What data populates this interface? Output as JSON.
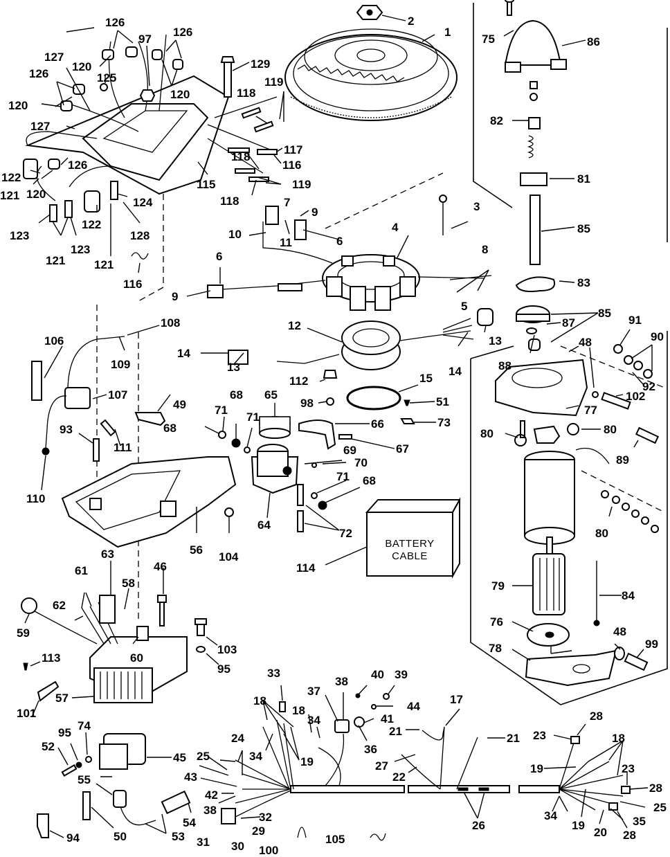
{
  "diagram": {
    "title": "Outboard motor electrical components exploded view",
    "battery_box": {
      "line1": "BATTERY",
      "line2": "CABLE",
      "part": "114"
    },
    "callouts": [
      {
        "id": "c1",
        "text": "1"
      },
      {
        "id": "c2",
        "text": "2"
      },
      {
        "id": "c3",
        "text": "3"
      },
      {
        "id": "c4",
        "text": "4"
      },
      {
        "id": "c5",
        "text": "5"
      },
      {
        "id": "c6a",
        "text": "6"
      },
      {
        "id": "c6b",
        "text": "6"
      },
      {
        "id": "c7",
        "text": "7"
      },
      {
        "id": "c8",
        "text": "8"
      },
      {
        "id": "c9a",
        "text": "9"
      },
      {
        "id": "c9b",
        "text": "9"
      },
      {
        "id": "c10",
        "text": "10"
      },
      {
        "id": "c11",
        "text": "11"
      },
      {
        "id": "c12",
        "text": "12"
      },
      {
        "id": "c13a",
        "text": "13"
      },
      {
        "id": "c13b",
        "text": "13"
      },
      {
        "id": "c14a",
        "text": "14"
      },
      {
        "id": "c14b",
        "text": "14"
      },
      {
        "id": "c15",
        "text": "15"
      },
      {
        "id": "c17",
        "text": "17"
      },
      {
        "id": "c18a",
        "text": "18"
      },
      {
        "id": "c18b",
        "text": "18"
      },
      {
        "id": "c18c",
        "text": "18"
      },
      {
        "id": "c19a",
        "text": "19"
      },
      {
        "id": "c19b",
        "text": "19"
      },
      {
        "id": "c19c",
        "text": "19"
      },
      {
        "id": "c20",
        "text": "20"
      },
      {
        "id": "c21a",
        "text": "21"
      },
      {
        "id": "c21b",
        "text": "21"
      },
      {
        "id": "c22",
        "text": "22"
      },
      {
        "id": "c23a",
        "text": "23"
      },
      {
        "id": "c23b",
        "text": "23"
      },
      {
        "id": "c24",
        "text": "24"
      },
      {
        "id": "c25a",
        "text": "25"
      },
      {
        "id": "c25b",
        "text": "25"
      },
      {
        "id": "c26",
        "text": "26"
      },
      {
        "id": "c27",
        "text": "27"
      },
      {
        "id": "c28a",
        "text": "28"
      },
      {
        "id": "c28b",
        "text": "28"
      },
      {
        "id": "c28c",
        "text": "28"
      },
      {
        "id": "c29",
        "text": "29"
      },
      {
        "id": "c30",
        "text": "30"
      },
      {
        "id": "c31",
        "text": "31"
      },
      {
        "id": "c32",
        "text": "32"
      },
      {
        "id": "c33",
        "text": "33"
      },
      {
        "id": "c34a",
        "text": "34"
      },
      {
        "id": "c34b",
        "text": "34"
      },
      {
        "id": "c34c",
        "text": "34"
      },
      {
        "id": "c35",
        "text": "35"
      },
      {
        "id": "c36",
        "text": "36"
      },
      {
        "id": "c37",
        "text": "37"
      },
      {
        "id": "c38a",
        "text": "38"
      },
      {
        "id": "c38b",
        "text": "38"
      },
      {
        "id": "c39",
        "text": "39"
      },
      {
        "id": "c40",
        "text": "40"
      },
      {
        "id": "c41",
        "text": "41"
      },
      {
        "id": "c42",
        "text": "42"
      },
      {
        "id": "c43",
        "text": "43"
      },
      {
        "id": "c44",
        "text": "44"
      },
      {
        "id": "c45",
        "text": "45"
      },
      {
        "id": "c46",
        "text": "46"
      },
      {
        "id": "c48a",
        "text": "48"
      },
      {
        "id": "c48b",
        "text": "48"
      },
      {
        "id": "c49",
        "text": "49"
      },
      {
        "id": "c50",
        "text": "50"
      },
      {
        "id": "c51",
        "text": "51"
      },
      {
        "id": "c52",
        "text": "52"
      },
      {
        "id": "c53",
        "text": "53"
      },
      {
        "id": "c54",
        "text": "54"
      },
      {
        "id": "c55",
        "text": "55"
      },
      {
        "id": "c56",
        "text": "56"
      },
      {
        "id": "c57",
        "text": "57"
      },
      {
        "id": "c58",
        "text": "58"
      },
      {
        "id": "c59",
        "text": "59"
      },
      {
        "id": "c60",
        "text": "60"
      },
      {
        "id": "c61",
        "text": "61"
      },
      {
        "id": "c62",
        "text": "62"
      },
      {
        "id": "c63",
        "text": "63"
      },
      {
        "id": "c64",
        "text": "64"
      },
      {
        "id": "c65",
        "text": "65"
      },
      {
        "id": "c66",
        "text": "66"
      },
      {
        "id": "c67",
        "text": "67"
      },
      {
        "id": "c68a",
        "text": "68"
      },
      {
        "id": "c68b",
        "text": "68"
      },
      {
        "id": "c68c",
        "text": "68"
      },
      {
        "id": "c69",
        "text": "69"
      },
      {
        "id": "c70",
        "text": "70"
      },
      {
        "id": "c71a",
        "text": "71"
      },
      {
        "id": "c71b",
        "text": "71"
      },
      {
        "id": "c71c",
        "text": "71"
      },
      {
        "id": "c72",
        "text": "72"
      },
      {
        "id": "c73",
        "text": "73"
      },
      {
        "id": "c74",
        "text": "74"
      },
      {
        "id": "c75",
        "text": "75"
      },
      {
        "id": "c76",
        "text": "76"
      },
      {
        "id": "c77",
        "text": "77"
      },
      {
        "id": "c78",
        "text": "78"
      },
      {
        "id": "c79",
        "text": "79"
      },
      {
        "id": "c80a",
        "text": "80"
      },
      {
        "id": "c80b",
        "text": "80"
      },
      {
        "id": "c80c",
        "text": "80"
      },
      {
        "id": "c81",
        "text": "81"
      },
      {
        "id": "c82",
        "text": "82"
      },
      {
        "id": "c83",
        "text": "83"
      },
      {
        "id": "c84",
        "text": "84"
      },
      {
        "id": "c85a",
        "text": "85"
      },
      {
        "id": "c85b",
        "text": "85"
      },
      {
        "id": "c86",
        "text": "86"
      },
      {
        "id": "c87",
        "text": "87"
      },
      {
        "id": "c88",
        "text": "88"
      },
      {
        "id": "c89",
        "text": "89"
      },
      {
        "id": "c90",
        "text": "90"
      },
      {
        "id": "c91",
        "text": "91"
      },
      {
        "id": "c92",
        "text": "92"
      },
      {
        "id": "c93",
        "text": "93"
      },
      {
        "id": "c94",
        "text": "94"
      },
      {
        "id": "c95a",
        "text": "95"
      },
      {
        "id": "c95b",
        "text": "95"
      },
      {
        "id": "c97",
        "text": "97"
      },
      {
        "id": "c98",
        "text": "98"
      },
      {
        "id": "c99",
        "text": "99"
      },
      {
        "id": "c100",
        "text": "100"
      },
      {
        "id": "c101",
        "text": "101"
      },
      {
        "id": "c102",
        "text": "102"
      },
      {
        "id": "c103",
        "text": "103"
      },
      {
        "id": "c104",
        "text": "104"
      },
      {
        "id": "c105",
        "text": "105"
      },
      {
        "id": "c106",
        "text": "106"
      },
      {
        "id": "c107",
        "text": "107"
      },
      {
        "id": "c108",
        "text": "108"
      },
      {
        "id": "c109",
        "text": "109"
      },
      {
        "id": "c110",
        "text": "110"
      },
      {
        "id": "c111",
        "text": "111"
      },
      {
        "id": "c112",
        "text": "112"
      },
      {
        "id": "c113",
        "text": "113"
      },
      {
        "id": "c114",
        "text": "114"
      },
      {
        "id": "c115",
        "text": "115"
      },
      {
        "id": "c116a",
        "text": "116"
      },
      {
        "id": "c116b",
        "text": "116"
      },
      {
        "id": "c117",
        "text": "117"
      },
      {
        "id": "c118a",
        "text": "118"
      },
      {
        "id": "c118b",
        "text": "118"
      },
      {
        "id": "c118c",
        "text": "118"
      },
      {
        "id": "c119a",
        "text": "119"
      },
      {
        "id": "c119b",
        "text": "119"
      },
      {
        "id": "c120a",
        "text": "120"
      },
      {
        "id": "c120b",
        "text": "120"
      },
      {
        "id": "c120c",
        "text": "120"
      },
      {
        "id": "c120d",
        "text": "120"
      },
      {
        "id": "c121a",
        "text": "121"
      },
      {
        "id": "c121b",
        "text": "121"
      },
      {
        "id": "c121c",
        "text": "121"
      },
      {
        "id": "c122a",
        "text": "122"
      },
      {
        "id": "c122b",
        "text": "122"
      },
      {
        "id": "c123a",
        "text": "123"
      },
      {
        "id": "c123b",
        "text": "123"
      },
      {
        "id": "c124",
        "text": "124"
      },
      {
        "id": "c125",
        "text": "125"
      },
      {
        "id": "c126a",
        "text": "126"
      },
      {
        "id": "c126b",
        "text": "126"
      },
      {
        "id": "c126c",
        "text": "126"
      },
      {
        "id": "c126d",
        "text": "126"
      },
      {
        "id": "c127a",
        "text": "127"
      },
      {
        "id": "c127b",
        "text": "127"
      },
      {
        "id": "c128",
        "text": "128"
      },
      {
        "id": "c129",
        "text": "129"
      }
    ]
  }
}
